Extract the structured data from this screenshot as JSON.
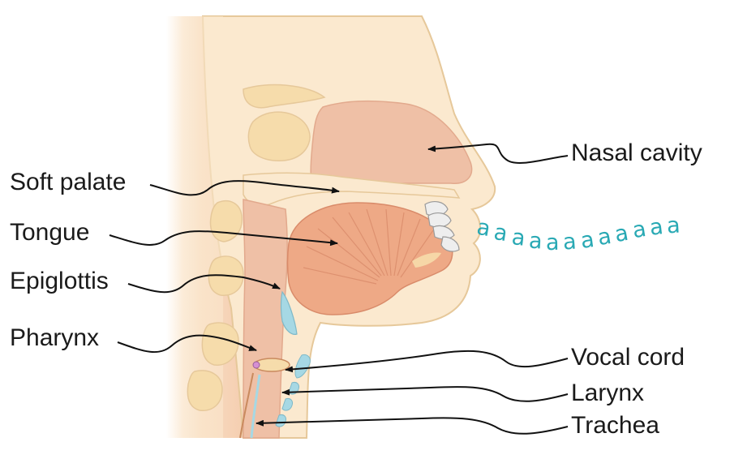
{
  "diagram": {
    "labels": {
      "soft_palate": "Soft palate",
      "tongue": "Tongue",
      "epiglottis": "Epiglottis",
      "pharynx": "Pharynx",
      "nasal_cavity": "Nasal cavity",
      "vocal_cord": "Vocal cord",
      "larynx": "Larynx",
      "trachea": "Trachea"
    },
    "sound_text": "aaaaaaaaaaaa",
    "colors": {
      "skin": "#fbe9cf",
      "skin_edge": "#e6c89a",
      "cavity": "#efc0a6",
      "tongue": "#eea986",
      "tongue_lines": "#d98b6a",
      "bone": "#f6dcab",
      "neck_shadow": "#f3c9a8",
      "teeth": "#eeeeee",
      "cartilage_blue": "#a6d8e4",
      "sound_text": "#29a9b4",
      "label_text": "#1a1a1a",
      "leader": "#111111"
    }
  }
}
